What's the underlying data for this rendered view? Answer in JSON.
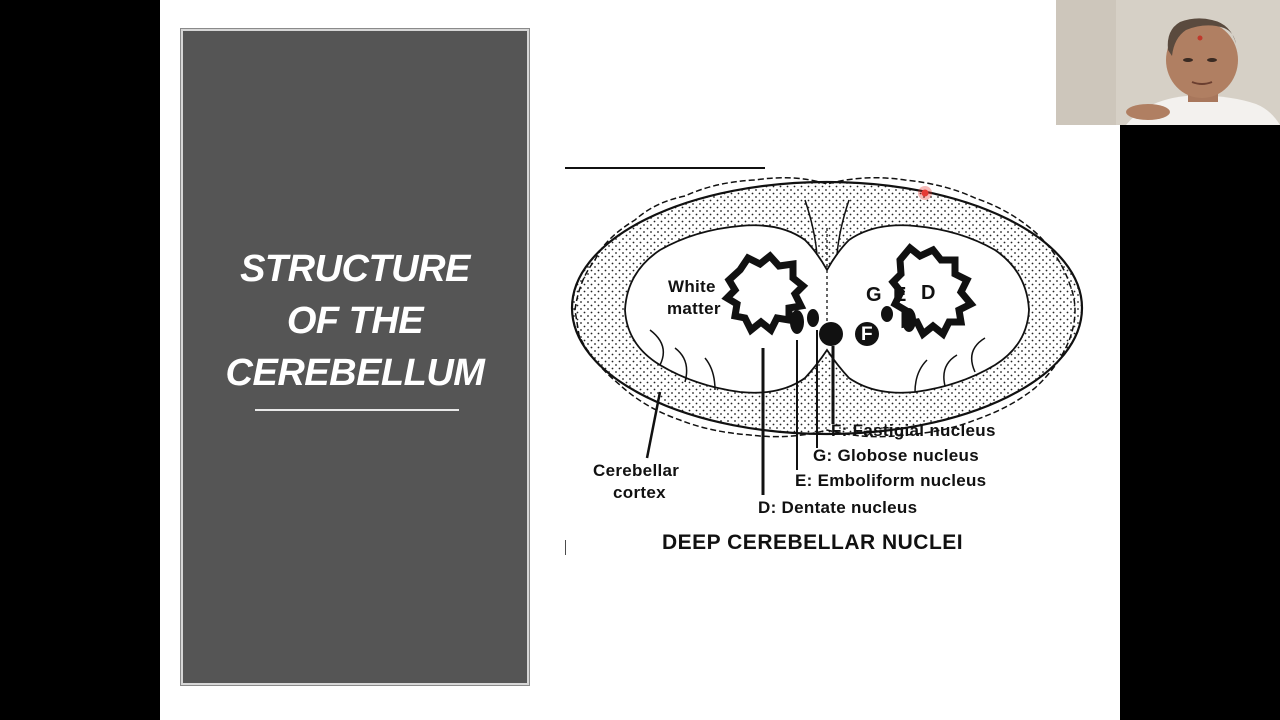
{
  "slide": {
    "title_lines": [
      "STRUCTURE",
      "OF THE",
      "CEREBELLUM"
    ]
  },
  "diagram": {
    "caption": "DEEP CEREBELLAR NUCLEI",
    "region_labels": {
      "white_matter_line1": "White",
      "white_matter_line2": "matter",
      "cortex_line1": "Cerebellar",
      "cortex_line2": "cortex"
    },
    "letters": {
      "g": "G",
      "e": "E",
      "d": "D",
      "f": "F"
    },
    "nuclei": {
      "fastigial": "F: Fastigial nucleus",
      "globose": "G: Globose nucleus",
      "emboliform": "E: Emboliform nucleus",
      "dentate": "D: Dentate nucleus"
    }
  },
  "colors": {
    "page_background": "#000000",
    "slide_background": "#ffffff",
    "panel_background": "#555555",
    "laser_pointer": "#e53935"
  },
  "icons": {
    "laser_pointer": "laser-pointer-dot-icon"
  }
}
